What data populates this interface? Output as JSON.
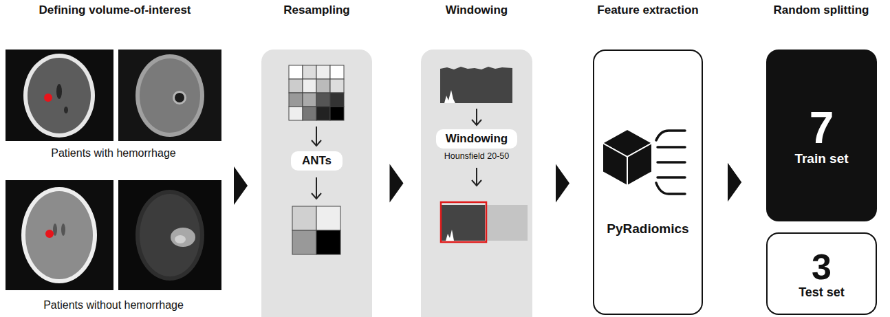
{
  "diagram": {
    "nodes": [
      {
        "text": [
          "Resampling"
        ]
      },
      {
        "text": [
          "ANTs"
        ],
        "in": 0
      },
      {
        "text": [
          "Windowing"
        ]
      },
      {
        "text": [
          "Windowing",
          "Hounsfield 20-50"
        ],
        "in": 2
      },
      {
        "text": [
          "Feature extraction",
          "PyRadiomics"
        ]
      },
      {
        "text": [
          "7",
          "Train set"
        ]
      },
      {
        "text": [
          "3",
          "Test set"
        ]
      }
    ],
    "edges": [
      {
        "from": 0,
        "to": 2,
        "arrow": "to"
      },
      {
        "from": 2,
        "to": 4,
        "arrow": "to"
      },
      {
        "from": 4,
        "to": 5,
        "arrow": "to"
      },
      {
        "from": 4,
        "to": 6,
        "arrow": "to"
      }
    ],
    "labels": [
      "Defining volume-of-interest",
      "Patients with hemorrhage",
      "Patients without hemorrhage",
      "Random splitting"
    ]
  }
}
